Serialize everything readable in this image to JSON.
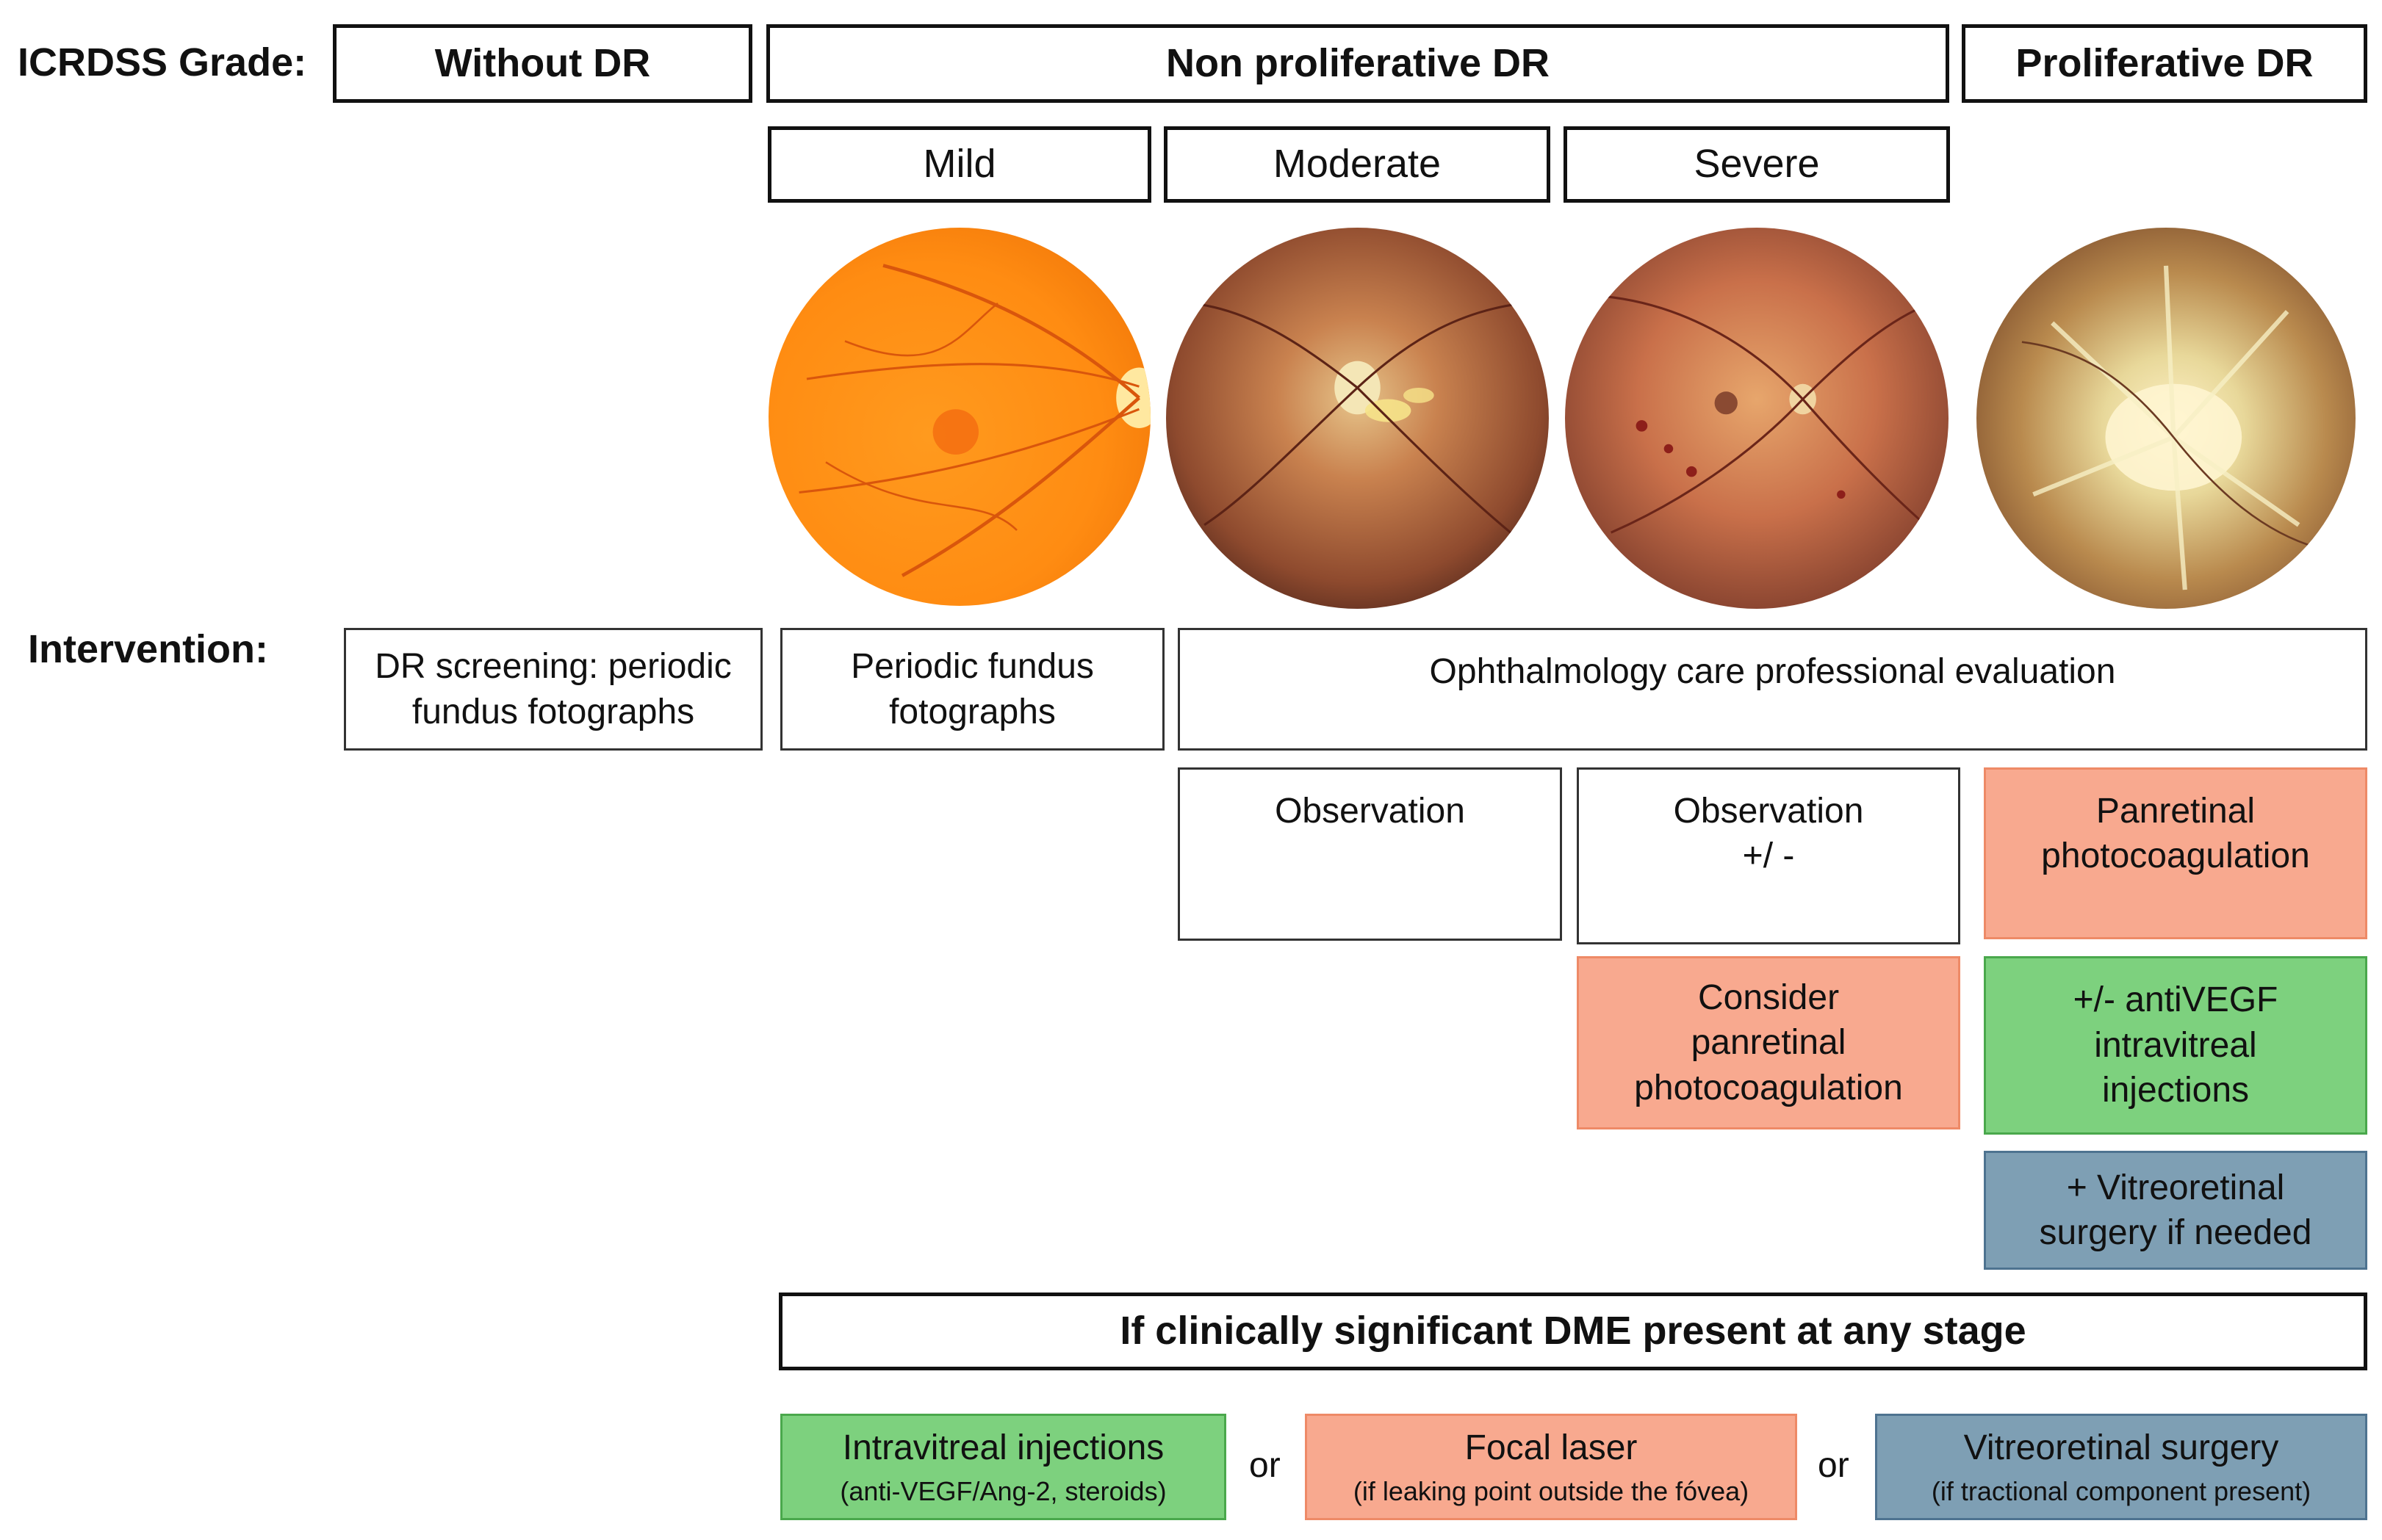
{
  "labels": {
    "grade": "ICRDSS Grade:",
    "intervention": "Intervention:"
  },
  "grades": {
    "without_dr": "Without DR",
    "non_proliferative": "Non proliferative DR",
    "proliferative": "Proliferative DR",
    "mild": "Mild",
    "moderate": "Moderate",
    "severe": "Severe"
  },
  "interventions": {
    "screening_1": "DR screening: periodic",
    "screening_2": "fundus fotographs",
    "periodic_1": "Periodic fundus",
    "periodic_2": "fotographs",
    "ophthalmology": "Ophthalmology care professional evaluation",
    "observation": "Observation",
    "observation_pm_1": "Observation",
    "observation_pm_2": "+/ -",
    "consider_prp_1": "Consider",
    "consider_prp_2": "panretinal",
    "consider_prp_3": "photocoagulation",
    "prp_1": "Panretinal",
    "prp_2": "photocoagulation",
    "antivegf_1": "+/- antiVEGF",
    "antivegf_2": "intravitreal",
    "antivegf_3": "injections",
    "vitreo_1": "+ Vitreoretinal",
    "vitreo_2": "surgery if needed"
  },
  "dme": {
    "header": "If clinically significant DME present at any stage",
    "injections": "Intravitreal injections",
    "injections_note": "(anti-VEGF/Ang-2, steroids)",
    "or_1": "or",
    "laser": "Focal laser",
    "laser_note": "(if leaking point outside the fóvea)",
    "or_2": "or",
    "surgery": "Vitreoretinal surgery",
    "surgery_note": "(if tractional component present)"
  },
  "colors": {
    "prp": "#f8a98f",
    "antivegf": "#7dd17e",
    "surgery": "#7e9fb4",
    "border": "#111111"
  }
}
